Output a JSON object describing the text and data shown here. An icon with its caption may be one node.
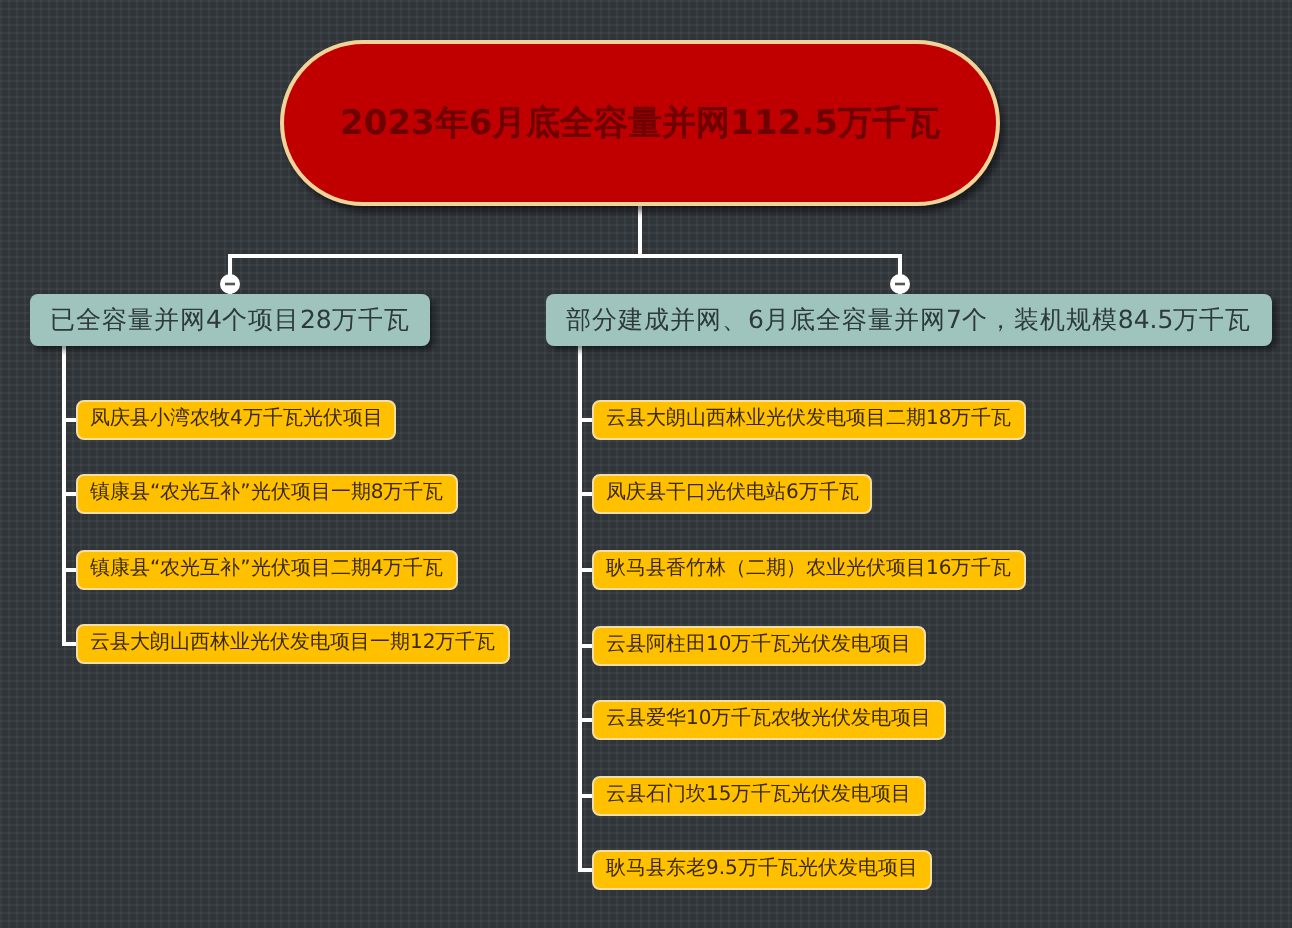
{
  "diagram": {
    "nodes": [
      {
        "text": [
          "2023年6月底全容量并网112.5万千瓦"
        ]
      },
      {
        "text": [
          "已全容量并网4个项目28万千瓦"
        ]
      },
      {
        "text": [
          "凤庆县小湾农牧4万千瓦光伏项目"
        ]
      },
      {
        "text": [
          "镇康县“农光互补”光伏项目一期8万千瓦"
        ]
      },
      {
        "text": [
          "镇康县“农光互补”光伏项目二期4万千瓦"
        ]
      },
      {
        "text": [
          "云县大朗山西林业光伏发电项目一期12万千瓦"
        ]
      },
      {
        "text": [
          "部分建成并网、6月底全容量并网7个，装机规模84.5万千瓦"
        ]
      },
      {
        "text": [
          "云县大朗山西林业光伏发电项目二期18万千瓦"
        ]
      },
      {
        "text": [
          "凤庆县干口光伏电站6万千瓦"
        ]
      },
      {
        "text": [
          "耿马县香竹林（二期）农业光伏项目16万千瓦"
        ]
      },
      {
        "text": [
          "云县阿柱田10万千瓦光伏发电项目"
        ]
      },
      {
        "text": [
          "云县爱华10万千瓦农牧光伏发电项目"
        ]
      },
      {
        "text": [
          "云县石门坎15万千瓦光伏发电项目"
        ]
      },
      {
        "text": [
          "耿马县东老9.5万千瓦光伏发电项目"
        ]
      }
    ],
    "edges": [
      {
        "from": 0,
        "to": 1,
        "arrow": "other"
      },
      {
        "from": 0,
        "to": 6,
        "arrow": "other"
      },
      {
        "from": 1,
        "to": 2,
        "arrow": "none"
      },
      {
        "from": 1,
        "to": 3,
        "arrow": "none"
      },
      {
        "from": 1,
        "to": 4,
        "arrow": "none"
      },
      {
        "from": 1,
        "to": 5,
        "arrow": "none"
      },
      {
        "from": 6,
        "to": 7,
        "arrow": "none"
      },
      {
        "from": 6,
        "to": 8,
        "arrow": "none"
      },
      {
        "from": 6,
        "to": 9,
        "arrow": "none"
      },
      {
        "from": 6,
        "to": 10,
        "arrow": "none"
      },
      {
        "from": 6,
        "to": 11,
        "arrow": "none"
      },
      {
        "from": 6,
        "to": 12,
        "arrow": "none"
      },
      {
        "from": 6,
        "to": 13,
        "arrow": "none"
      }
    ]
  }
}
